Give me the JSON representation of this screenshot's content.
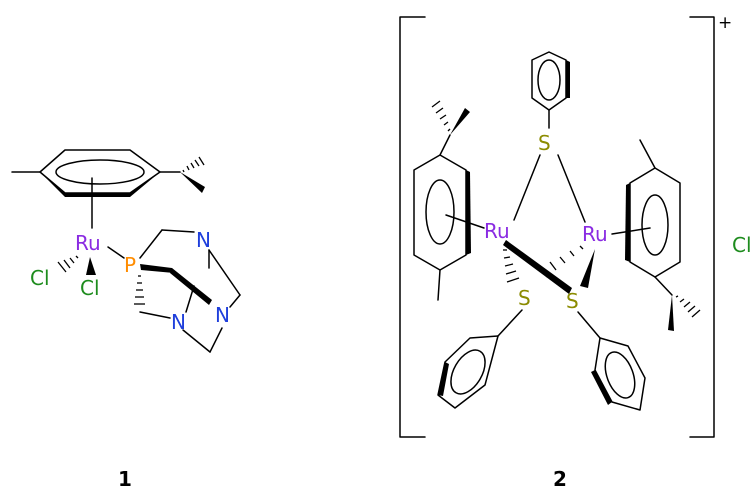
{
  "colors": {
    "bond": "#000000",
    "Ru": "#8a2be2",
    "P": "#ff8c00",
    "N": "#1f3fdc",
    "Cl": "#1e8c1e",
    "S": "#8b8b00"
  },
  "compound1": {
    "label": "1",
    "atoms": {
      "ru": "Ru",
      "p": "P",
      "cl_a": "Cl",
      "cl_b": "Cl",
      "n1": "N",
      "n2": "N",
      "n3": "N"
    }
  },
  "compound2": {
    "label": "2",
    "charge": "+",
    "counterion": "Cl",
    "atoms": {
      "ru_a": "Ru",
      "ru_b": "Ru",
      "s_top": "S",
      "s_left": "S",
      "s_right": "S"
    }
  }
}
